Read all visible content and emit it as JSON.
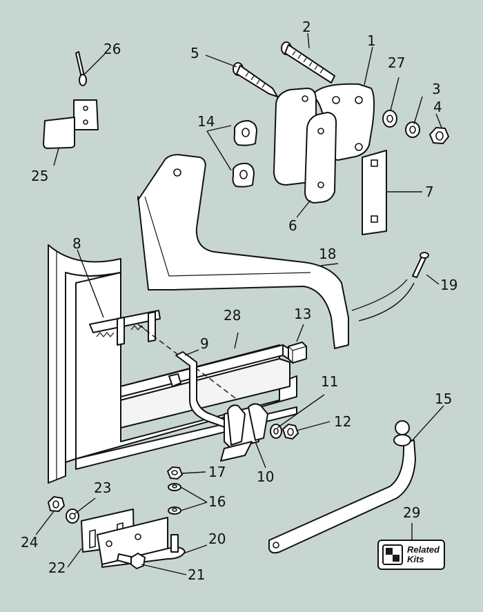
{
  "diagram": {
    "background_color": "#c8d6d1",
    "callouts": [
      {
        "id": "1",
        "label": "1"
      },
      {
        "id": "2",
        "label": "2"
      },
      {
        "id": "3",
        "label": "3"
      },
      {
        "id": "4",
        "label": "4"
      },
      {
        "id": "5",
        "label": "5"
      },
      {
        "id": "6",
        "label": "6"
      },
      {
        "id": "7",
        "label": "7"
      },
      {
        "id": "8",
        "label": "8"
      },
      {
        "id": "9",
        "label": "9"
      },
      {
        "id": "10",
        "label": "10"
      },
      {
        "id": "11",
        "label": "11"
      },
      {
        "id": "12",
        "label": "12"
      },
      {
        "id": "13",
        "label": "13"
      },
      {
        "id": "14",
        "label": "14"
      },
      {
        "id": "15",
        "label": "15"
      },
      {
        "id": "16",
        "label": "16"
      },
      {
        "id": "17",
        "label": "17"
      },
      {
        "id": "18",
        "label": "18"
      },
      {
        "id": "19",
        "label": "19"
      },
      {
        "id": "20",
        "label": "20"
      },
      {
        "id": "21",
        "label": "21"
      },
      {
        "id": "22",
        "label": "22"
      },
      {
        "id": "23",
        "label": "23"
      },
      {
        "id": "24",
        "label": "24"
      },
      {
        "id": "25",
        "label": "25"
      },
      {
        "id": "26",
        "label": "26"
      },
      {
        "id": "27",
        "label": "27"
      },
      {
        "id": "28",
        "label": "28"
      },
      {
        "id": "29",
        "label": "29"
      }
    ]
  },
  "related_kits": {
    "line1": "Related",
    "line2": "Kits",
    "icon": "checker-icon"
  }
}
